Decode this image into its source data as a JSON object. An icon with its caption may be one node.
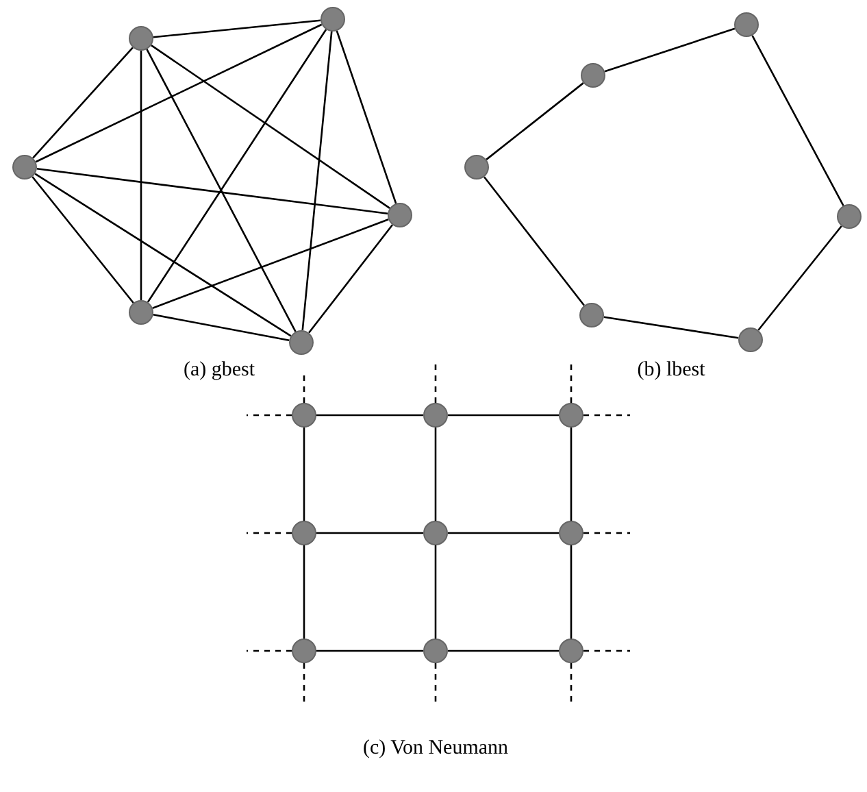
{
  "diagram": {
    "nodes": [
      {
        "text": [],
        "shape": "circle"
      },
      {
        "text": [],
        "shape": "circle"
      },
      {
        "text": [],
        "shape": "circle"
      },
      {
        "text": [],
        "shape": "circle"
      },
      {
        "text": [],
        "shape": "circle"
      },
      {
        "text": [],
        "shape": "circle"
      },
      {
        "text": [],
        "shape": "circle"
      },
      {
        "text": [],
        "shape": "circle"
      },
      {
        "text": [],
        "shape": "circle"
      },
      {
        "text": [],
        "shape": "circle"
      },
      {
        "text": [],
        "shape": "circle"
      },
      {
        "text": [],
        "shape": "circle"
      },
      {
        "text": [],
        "shape": "circle"
      },
      {
        "text": [],
        "shape": "circle"
      },
      {
        "text": [],
        "shape": "circle"
      },
      {
        "text": [],
        "shape": "circle"
      },
      {
        "text": [],
        "shape": "circle"
      },
      {
        "text": [],
        "shape": "circle"
      },
      {
        "text": [],
        "shape": "circle"
      },
      {
        "text": [],
        "shape": "circle"
      },
      {
        "text": [],
        "shape": "circle"
      }
    ],
    "edges": [
      {
        "from": 0,
        "to": 1,
        "arrow": "none"
      },
      {
        "from": 0,
        "to": 2,
        "arrow": "none"
      },
      {
        "from": 0,
        "to": 3,
        "arrow": "none"
      },
      {
        "from": 0,
        "to": 4,
        "arrow": "none"
      },
      {
        "from": 0,
        "to": 5,
        "arrow": "none"
      },
      {
        "from": 1,
        "to": 2,
        "arrow": "none"
      },
      {
        "from": 1,
        "to": 3,
        "arrow": "none"
      },
      {
        "from": 1,
        "to": 4,
        "arrow": "none"
      },
      {
        "from": 1,
        "to": 5,
        "arrow": "none"
      },
      {
        "from": 2,
        "to": 3,
        "arrow": "none"
      },
      {
        "from": 2,
        "to": 4,
        "arrow": "none"
      },
      {
        "from": 2,
        "to": 5,
        "arrow": "none"
      },
      {
        "from": 3,
        "to": 4,
        "arrow": "none"
      },
      {
        "from": 3,
        "to": 5,
        "arrow": "none"
      },
      {
        "from": 4,
        "to": 5,
        "arrow": "none"
      },
      {
        "from": 7,
        "to": 6,
        "arrow": "none"
      },
      {
        "from": 6,
        "to": 9,
        "arrow": "none"
      },
      {
        "from": 9,
        "to": 11,
        "arrow": "none"
      },
      {
        "from": 11,
        "to": 10,
        "arrow": "none"
      },
      {
        "from": 10,
        "to": 8,
        "arrow": "none"
      },
      {
        "from": 8,
        "to": 7,
        "arrow": "none"
      },
      {
        "from": 12,
        "to": 13,
        "arrow": "none"
      },
      {
        "from": 13,
        "to": 14,
        "arrow": "none"
      },
      {
        "from": 15,
        "to": 16,
        "arrow": "none"
      },
      {
        "from": 16,
        "to": 17,
        "arrow": "none"
      },
      {
        "from": 18,
        "to": 19,
        "arrow": "none"
      },
      {
        "from": 19,
        "to": 20,
        "arrow": "none"
      },
      {
        "from": 12,
        "to": 15,
        "arrow": "none"
      },
      {
        "from": 15,
        "to": 18,
        "arrow": "none"
      },
      {
        "from": 13,
        "to": 16,
        "arrow": "none"
      },
      {
        "from": 16,
        "to": 19,
        "arrow": "none"
      },
      {
        "from": 14,
        "to": 17,
        "arrow": "none"
      },
      {
        "from": 17,
        "to": 20,
        "arrow": "none"
      },
      {
        "from": 12,
        "to": null,
        "arrow": "none",
        "style": "dashed"
      },
      {
        "from": 13,
        "to": null,
        "arrow": "none",
        "style": "dashed"
      },
      {
        "from": 14,
        "to": null,
        "arrow": "none",
        "style": "dashed"
      },
      {
        "from": 12,
        "to": null,
        "arrow": "none",
        "style": "dashed"
      },
      {
        "from": 15,
        "to": null,
        "arrow": "none",
        "style": "dashed"
      },
      {
        "from": 18,
        "to": null,
        "arrow": "none",
        "style": "dashed"
      },
      {
        "from": 14,
        "to": null,
        "arrow": "none",
        "style": "dashed"
      },
      {
        "from": 17,
        "to": null,
        "arrow": "none",
        "style": "dashed"
      },
      {
        "from": 20,
        "to": null,
        "arrow": "none",
        "style": "dashed"
      },
      {
        "from": 18,
        "to": null,
        "arrow": "none",
        "style": "dashed"
      },
      {
        "from": 19,
        "to": null,
        "arrow": "none",
        "style": "dashed"
      },
      {
        "from": 20,
        "to": null,
        "arrow": "none",
        "style": "dashed"
      }
    ],
    "labels": [
      "(a) gbest",
      "(b) lbest",
      "(c) Von Neumann"
    ]
  }
}
